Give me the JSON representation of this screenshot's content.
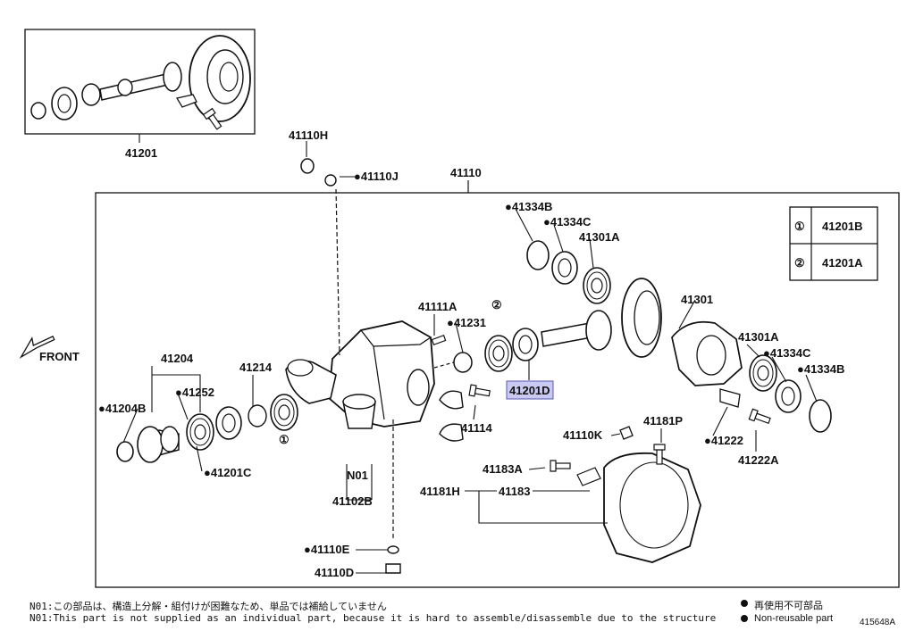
{
  "front_label": "FRONT",
  "parts": [
    {
      "id": "p41201",
      "label": "41201"
    },
    {
      "id": "p41110H",
      "label": "41110H"
    },
    {
      "id": "p41110J",
      "label": "●41110J"
    },
    {
      "id": "p41110",
      "label": "41110"
    },
    {
      "id": "p41334B_top",
      "label": "●41334B"
    },
    {
      "id": "p41334C_top",
      "label": "●41334C"
    },
    {
      "id": "p41301A_top",
      "label": "41301A"
    },
    {
      "id": "p41111A",
      "label": "41111A"
    },
    {
      "id": "p41231",
      "label": "●41231"
    },
    {
      "id": "p41301",
      "label": "41301"
    },
    {
      "id": "p41301A_r",
      "label": "41301A"
    },
    {
      "id": "p41334C_r",
      "label": "●41334C"
    },
    {
      "id": "p41334B_r",
      "label": "●41334B"
    },
    {
      "id": "p41204",
      "label": "41204"
    },
    {
      "id": "p41252",
      "label": "●41252"
    },
    {
      "id": "p41214",
      "label": "41214"
    },
    {
      "id": "p41204B",
      "label": "●41204B"
    },
    {
      "id": "p41201C",
      "label": "●41201C"
    },
    {
      "id": "pN01",
      "label": "N01"
    },
    {
      "id": "p41102B",
      "label": "41102B"
    },
    {
      "id": "p41114",
      "label": "41114"
    },
    {
      "id": "p41110K",
      "label": "41110K"
    },
    {
      "id": "p41181P",
      "label": "41181P"
    },
    {
      "id": "p41222",
      "label": "●41222"
    },
    {
      "id": "p41222A",
      "label": "41222A"
    },
    {
      "id": "p41183A",
      "label": "41183A"
    },
    {
      "id": "p41181H",
      "label": "41181H"
    },
    {
      "id": "p41183",
      "label": "41183"
    },
    {
      "id": "p41110E",
      "label": "●41110E"
    },
    {
      "id": "p41110D",
      "label": "41110D"
    }
  ],
  "highlight_part": "41201D",
  "callouts": {
    "one": "①",
    "two": "②"
  },
  "table": [
    {
      "ref": "①",
      "part": "41201B"
    },
    {
      "ref": "②",
      "part": "41201A"
    }
  ],
  "notes": {
    "jp": "N01:この部品は、構造上分解・組付けが困難なため、単品では補給していません",
    "en": "N01:This part is not supplied as an individual part, because it is hard to assemble/disassemble due to the structure"
  },
  "legend": {
    "jp": "再使用不可部品",
    "en": "Non-reusable part"
  },
  "diagram_id": "415648A"
}
